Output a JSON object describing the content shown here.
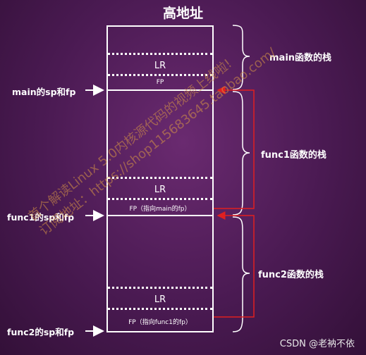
{
  "title": "高地址",
  "frames": {
    "main": {
      "label": "main函数的栈",
      "lr": "LR",
      "fp": "FP"
    },
    "func1": {
      "label": "func1函数的栈",
      "lr": "LR",
      "fp": "FP（指向main的fp）"
    },
    "func2": {
      "label": "func2函数的栈",
      "lr": "LR",
      "fp": "FP（指向func1的fp）"
    }
  },
  "pointers": {
    "main": "main的sp和fp",
    "func1": "func1的sp和fp",
    "func2": "func2的sp和fp"
  },
  "watermark": {
    "line1": "首个解读Linux 5.0内核源代码的视频上线啦!",
    "line2": "订阅地址：https://shop115683645.taobao.com/"
  },
  "credit": "CSDN @老衲不依",
  "colors": {
    "arrow_red": "#e02020",
    "line_white": "#ffffff"
  }
}
